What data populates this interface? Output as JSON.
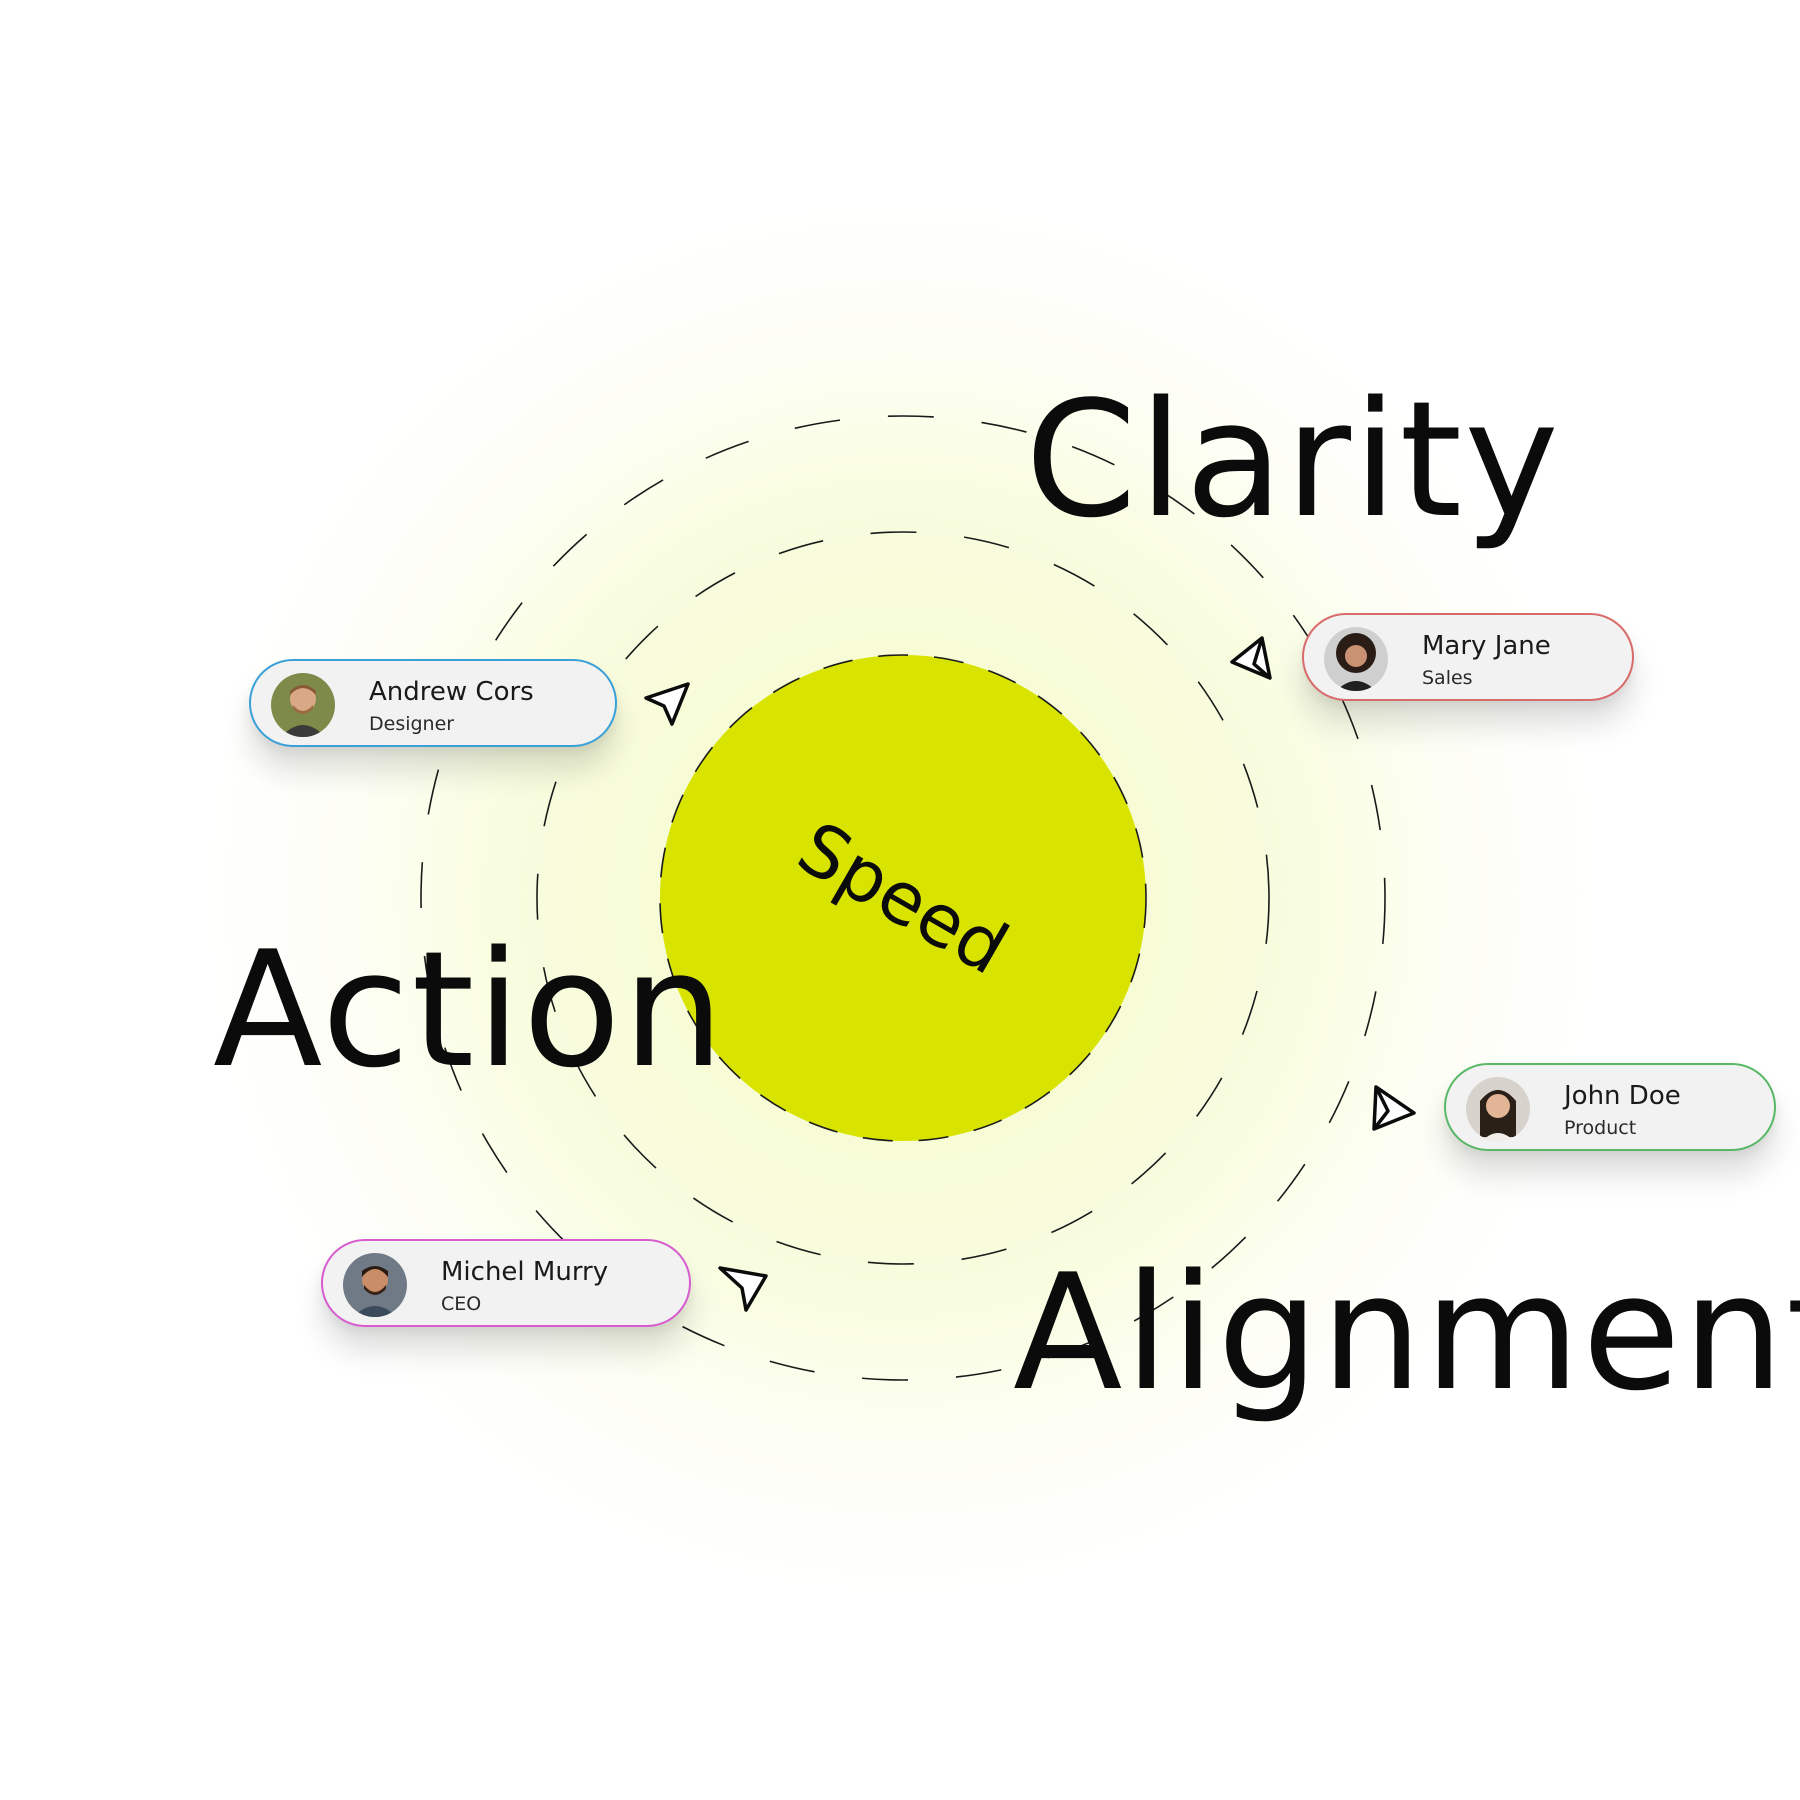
{
  "words": {
    "clarity": "Clarity",
    "action": "Action",
    "alignment": "Alignment",
    "center": "Speed"
  },
  "colors": {
    "center_fill": "#d8e400",
    "glow": "#f4fbc8",
    "andrew_border": "#3aa0d8",
    "mary_border": "#d96a6a",
    "john_border": "#57b865",
    "michel_border": "#d65ccf"
  },
  "people": [
    {
      "name": "Andrew Cors",
      "role": "Designer"
    },
    {
      "name": "Mary Jane",
      "role": "Sales"
    },
    {
      "name": "John Doe",
      "role": "Product"
    },
    {
      "name": "Michel Murry",
      "role": "CEO"
    }
  ],
  "icons": {
    "pointer": "cursor-arrow-icon",
    "avatar": "person-avatar-icon"
  }
}
